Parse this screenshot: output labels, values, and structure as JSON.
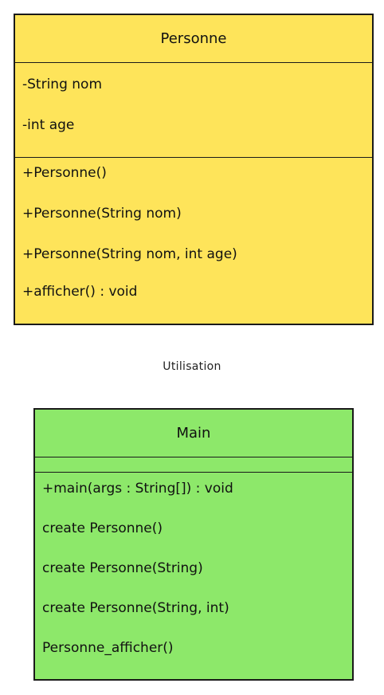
{
  "classes": {
    "personne": {
      "name": "Personne",
      "attributes": [
        "-String nom",
        "-int age"
      ],
      "methods": [
        "+Personne()",
        "+Personne(String nom)",
        "+Personne(String nom, int age)",
        "+afficher() : void"
      ],
      "color": "#fee45a"
    },
    "main": {
      "name": "Main",
      "attributes": [],
      "methods": [
        "+main(args : String[]) : void",
        "create Personne()",
        "create Personne(String)",
        "create Personne(String, int)",
        "Personne_afficher()"
      ],
      "color": "#8de86a"
    }
  },
  "relation": {
    "label": "Utilisation"
  }
}
